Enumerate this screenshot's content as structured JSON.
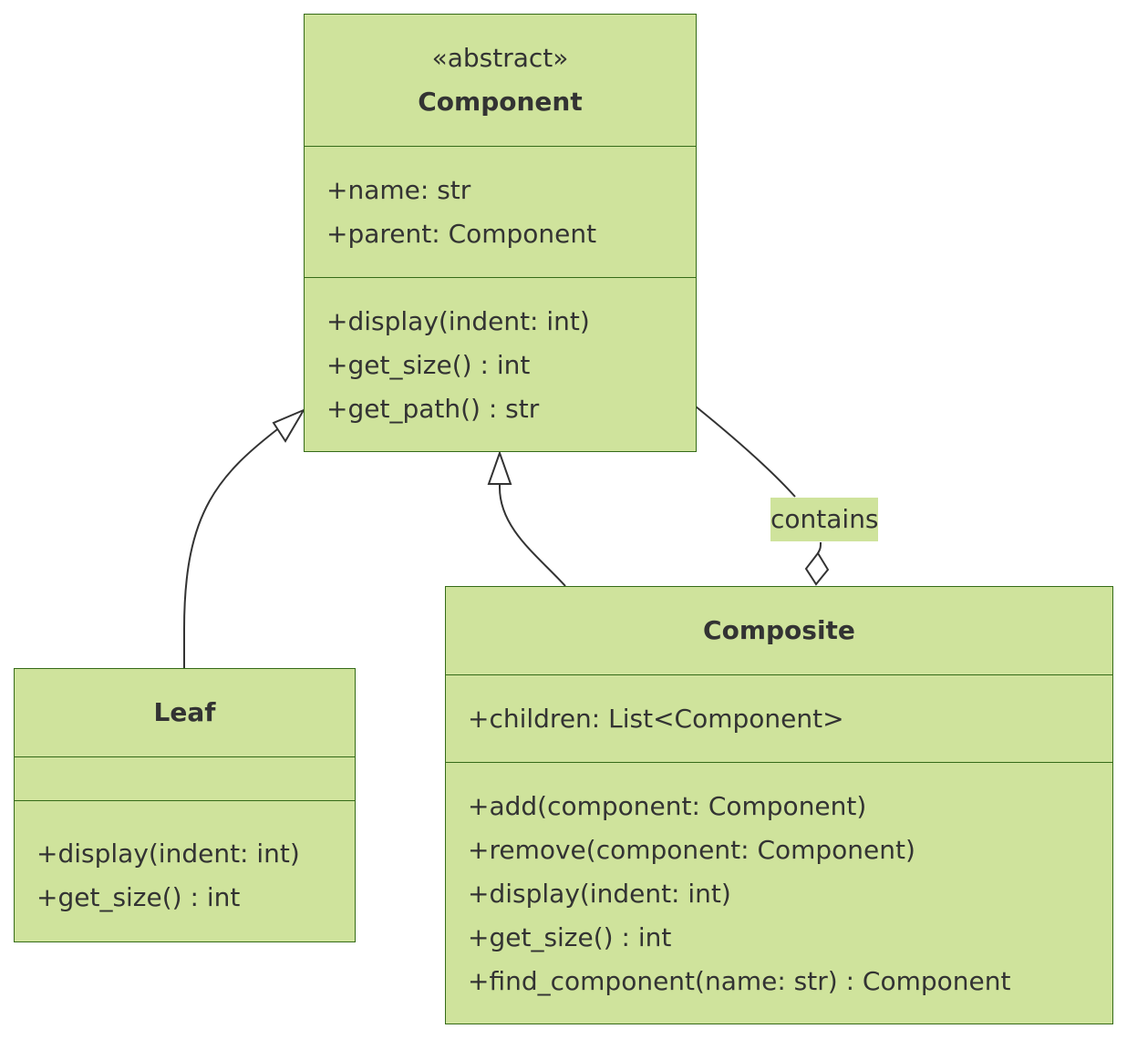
{
  "classes": {
    "component": {
      "stereotype": "«abstract»",
      "name": "Component",
      "attributes": [
        "+name: str",
        "+parent: Component"
      ],
      "methods": [
        "+display(indent: int)",
        "+get_size() : int",
        "+get_path() : str"
      ]
    },
    "leaf": {
      "name": "Leaf",
      "attributes": [],
      "methods": [
        "+display(indent: int)",
        "+get_size() : int"
      ]
    },
    "composite": {
      "name": "Composite",
      "attributes": [
        "+children: List<Component>"
      ],
      "methods": [
        "+add(component: Component)",
        "+remove(component: Component)",
        "+display(indent: int)",
        "+get_size() : int",
        "+find_component(name: str) : Component"
      ]
    }
  },
  "relations": {
    "leaf_inherits": {
      "from": "Leaf",
      "to": "Component",
      "type": "inheritance"
    },
    "composite_inherits": {
      "from": "Composite",
      "to": "Component",
      "type": "inheritance"
    },
    "contains": {
      "from": "Composite",
      "to": "Component",
      "type": "aggregation",
      "label": "contains"
    }
  },
  "colors": {
    "fill": "#cfe39c",
    "stroke": "#356b18",
    "text": "#333333",
    "line": "#333333"
  }
}
